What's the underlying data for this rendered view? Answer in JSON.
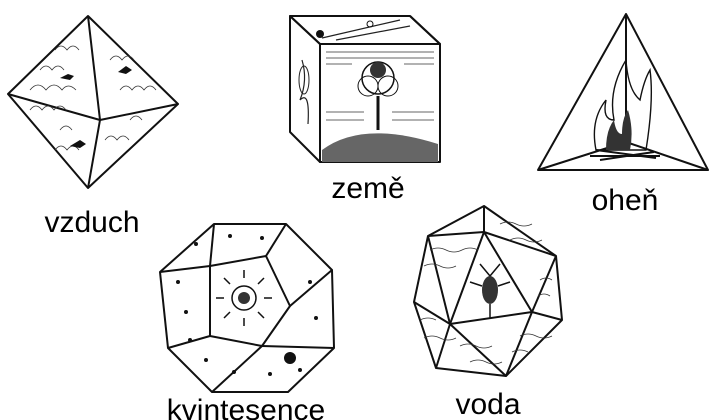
{
  "solids": [
    {
      "name": "octahedron",
      "label": "vzduch",
      "motif": "birds-in-clouds"
    },
    {
      "name": "cube",
      "label": "země",
      "motif": "tree-and-tools"
    },
    {
      "name": "tetrahedron",
      "label": "oheň",
      "motif": "fire"
    },
    {
      "name": "dodecahedron",
      "label": "kvintesence",
      "motif": "sun-and-stars"
    },
    {
      "name": "icosahedron",
      "label": "voda",
      "motif": "sea-creature-and-waves"
    }
  ]
}
